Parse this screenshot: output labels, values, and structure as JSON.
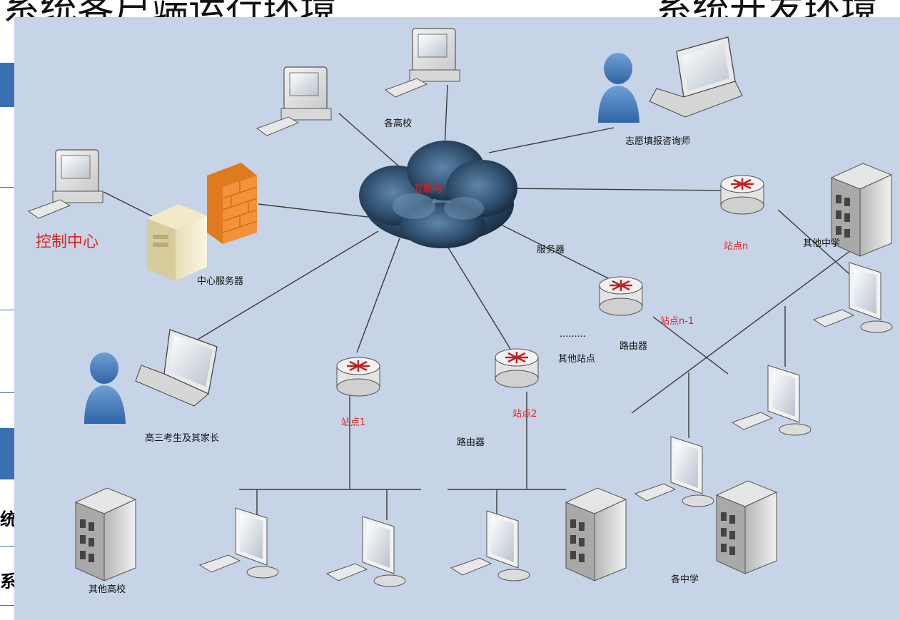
{
  "headings": {
    "left": "系统客户端运行环境",
    "right": "系统开发环境"
  },
  "background_fragments": {
    "glyph_1": "统",
    "glyph_2": "系"
  },
  "labels": {
    "internet": "互联网",
    "control_center": "控制中心",
    "central_server": "中心服务器",
    "universities": "各高校",
    "consultant": "志愿填报咨询师",
    "site_n": "站点n",
    "other_middle_schools": "其他中学",
    "server": "服务器",
    "site_n_minus_1": "站点n-1",
    "router_a": "路由器",
    "dots": "·········",
    "other_sites": "其他站点",
    "students_parents": "高三考生及其家长",
    "site_1": "站点1",
    "site_2": "站点2",
    "router_b": "路由器",
    "other_universities": "其他高校",
    "middle_schools": "各中学"
  },
  "colors": {
    "background": "#c7d3e6",
    "accent_red": "#e02020",
    "line": "#333333",
    "cloud": "#2e4a66",
    "slide_blue": "#3a6fb0"
  }
}
